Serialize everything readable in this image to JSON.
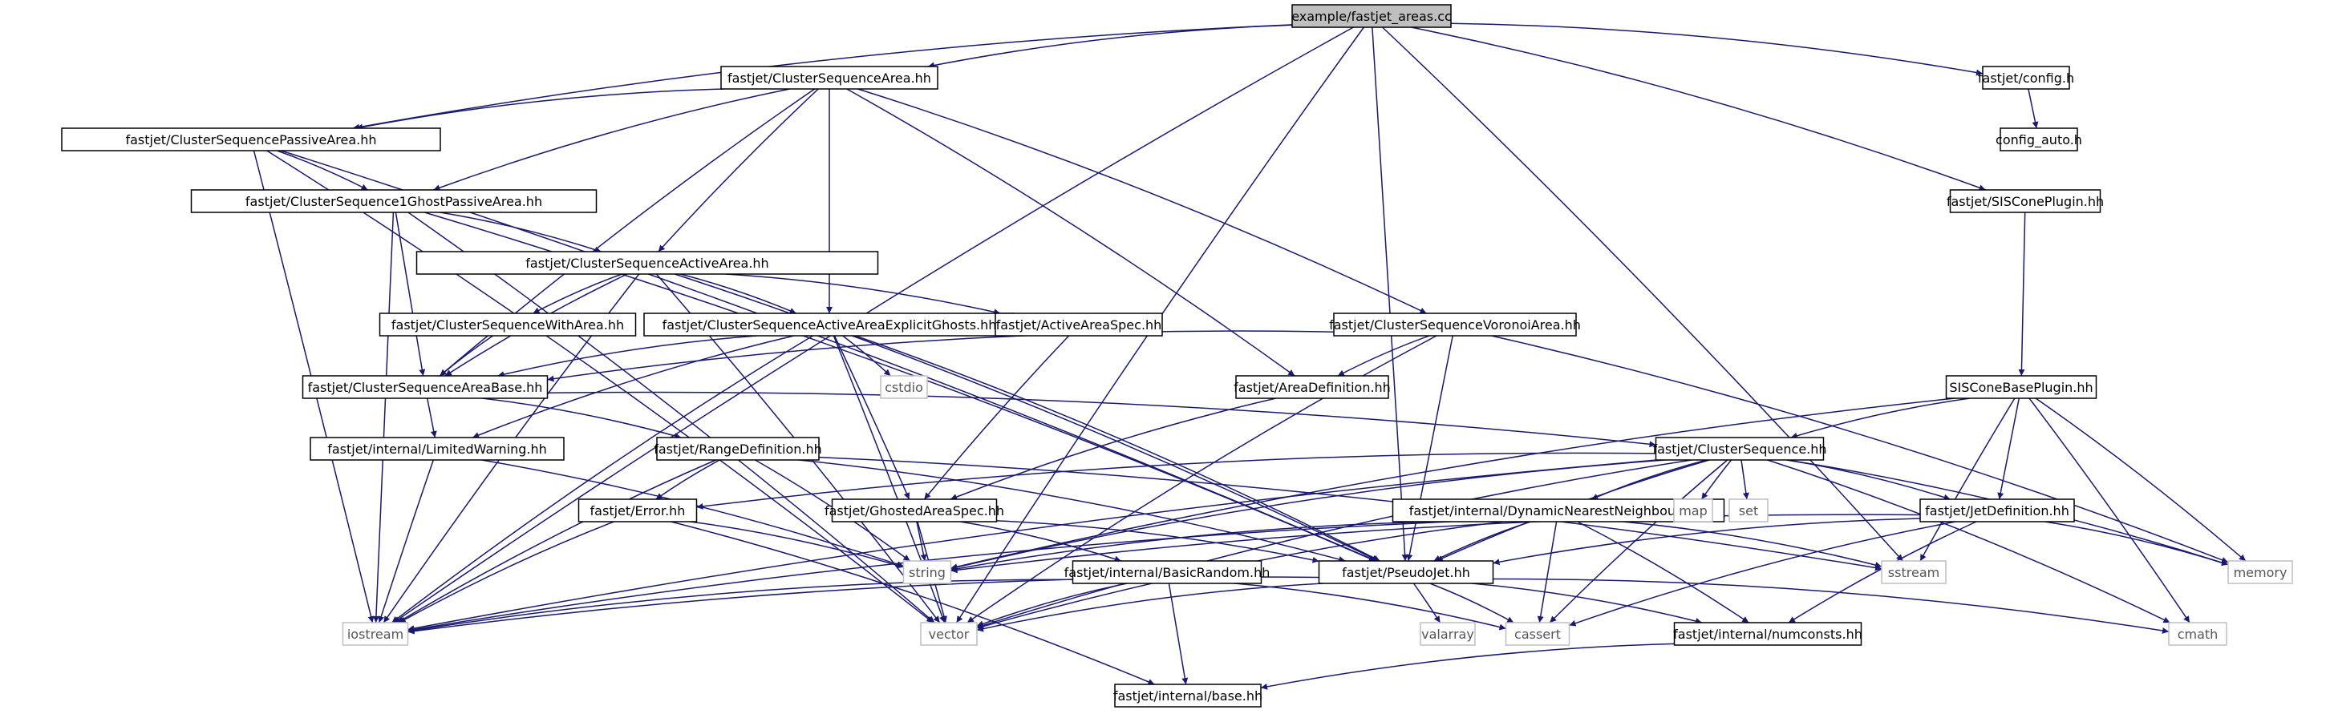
{
  "title": "example/fastjet_areas.cc",
  "nodes": [
    {
      "id": "root",
      "label": "example/fastjet_areas.cc",
      "root": true
    },
    {
      "id": "csa",
      "label": "fastjet/ClusterSequenceArea.hh"
    },
    {
      "id": "config",
      "label": "fastjet/config.h"
    },
    {
      "id": "config_auto",
      "label": "config_auto.h"
    },
    {
      "id": "siscone",
      "label": "fastjet/SISConePlugin.hh"
    },
    {
      "id": "cspa",
      "label": "fastjet/ClusterSequencePassiveArea.hh"
    },
    {
      "id": "cs1g",
      "label": "fastjet/ClusterSequence1GhostPassiveArea.hh"
    },
    {
      "id": "csaa",
      "label": "fastjet/ClusterSequenceActiveArea.hh"
    },
    {
      "id": "cswa",
      "label": "fastjet/ClusterSequenceWithArea.hh"
    },
    {
      "id": "csaaeg",
      "label": "fastjet/ClusterSequenceActiveAreaExplicitGhosts.hh"
    },
    {
      "id": "aas",
      "label": "fastjet/ActiveAreaSpec.hh"
    },
    {
      "id": "csva",
      "label": "fastjet/ClusterSequenceVoronoiArea.hh"
    },
    {
      "id": "cstdio",
      "label": "cstdio",
      "sys": true
    },
    {
      "id": "csab",
      "label": "fastjet/ClusterSequenceAreaBase.hh"
    },
    {
      "id": "ad",
      "label": "fastjet/AreaDefinition.hh"
    },
    {
      "id": "scbp",
      "label": "SISConeBasePlugin.hh"
    },
    {
      "id": "lw",
      "label": "fastjet/internal/LimitedWarning.hh"
    },
    {
      "id": "rd",
      "label": "fastjet/RangeDefinition.hh"
    },
    {
      "id": "cs",
      "label": "fastjet/ClusterSequence.hh"
    },
    {
      "id": "err",
      "label": "fastjet/Error.hh"
    },
    {
      "id": "gas",
      "label": "fastjet/GhostedAreaSpec.hh"
    },
    {
      "id": "dnn",
      "label": "fastjet/internal/DynamicNearestNeighbours.hh"
    },
    {
      "id": "map",
      "label": "map",
      "sys": true
    },
    {
      "id": "set",
      "label": "set",
      "sys": true
    },
    {
      "id": "jd",
      "label": "fastjet/JetDefinition.hh"
    },
    {
      "id": "string",
      "label": "string",
      "sys": true
    },
    {
      "id": "br",
      "label": "fastjet/internal/BasicRandom.hh"
    },
    {
      "id": "pj",
      "label": "fastjet/PseudoJet.hh"
    },
    {
      "id": "sstream",
      "label": "sstream",
      "sys": true
    },
    {
      "id": "memory",
      "label": "memory",
      "sys": true
    },
    {
      "id": "iostream",
      "label": "iostream",
      "sys": true
    },
    {
      "id": "vector",
      "label": "vector",
      "sys": true
    },
    {
      "id": "valarray",
      "label": "valarray",
      "sys": true
    },
    {
      "id": "cassert",
      "label": "cassert",
      "sys": true
    },
    {
      "id": "nc",
      "label": "fastjet/internal/numconsts.hh"
    },
    {
      "id": "cmath",
      "label": "cmath",
      "sys": true
    },
    {
      "id": "base",
      "label": "fastjet/internal/base.hh"
    }
  ],
  "edges": [
    [
      "root",
      "csa"
    ],
    [
      "root",
      "cspa"
    ],
    [
      "root",
      "config"
    ],
    [
      "root",
      "siscone"
    ],
    [
      "root",
      "iostream"
    ],
    [
      "root",
      "vector"
    ],
    [
      "root",
      "sstream"
    ],
    [
      "root",
      "pj"
    ],
    [
      "config",
      "config_auto"
    ],
    [
      "siscone",
      "scbp"
    ],
    [
      "csa",
      "cspa"
    ],
    [
      "csa",
      "cs1g"
    ],
    [
      "csa",
      "csab"
    ],
    [
      "csa",
      "csaa"
    ],
    [
      "csa",
      "csaaeg"
    ],
    [
      "csa",
      "ad"
    ],
    [
      "csa",
      "csva"
    ],
    [
      "cspa",
      "cs1g"
    ],
    [
      "cspa",
      "iostream"
    ],
    [
      "cspa",
      "vector"
    ],
    [
      "cspa",
      "pj"
    ],
    [
      "cs1g",
      "csaa"
    ],
    [
      "cs1g",
      "csab"
    ],
    [
      "cs1g",
      "iostream"
    ],
    [
      "cs1g",
      "vector"
    ],
    [
      "cs1g",
      "pj"
    ],
    [
      "csaa",
      "cswa"
    ],
    [
      "csaa",
      "csaaeg"
    ],
    [
      "csaa",
      "aas"
    ],
    [
      "csaa",
      "csab"
    ],
    [
      "csaa",
      "iostream"
    ],
    [
      "csaa",
      "vector"
    ],
    [
      "csaa",
      "pj"
    ],
    [
      "cswa",
      "csab"
    ],
    [
      "csaaeg",
      "csab"
    ],
    [
      "csaaeg",
      "cstdio"
    ],
    [
      "csaaeg",
      "gas"
    ],
    [
      "csaaeg",
      "lw"
    ],
    [
      "csaaeg",
      "iostream"
    ],
    [
      "csaaeg",
      "vector"
    ],
    [
      "csaaeg",
      "pj"
    ],
    [
      "aas",
      "gas"
    ],
    [
      "csva",
      "csab"
    ],
    [
      "csva",
      "ad"
    ],
    [
      "csva",
      "pj"
    ],
    [
      "csva",
      "memory"
    ],
    [
      "csva",
      "vector"
    ],
    [
      "ad",
      "gas"
    ],
    [
      "csab",
      "lw"
    ],
    [
      "csab",
      "rd"
    ],
    [
      "csab",
      "cs"
    ],
    [
      "lw",
      "iostream"
    ],
    [
      "lw",
      "string"
    ],
    [
      "rd",
      "err"
    ],
    [
      "rd",
      "string"
    ],
    [
      "rd",
      "iostream"
    ],
    [
      "rd",
      "sstream"
    ],
    [
      "rd",
      "pj"
    ],
    [
      "scbp",
      "cs"
    ],
    [
      "scbp",
      "jd"
    ],
    [
      "scbp",
      "sstream"
    ],
    [
      "scbp",
      "memory"
    ],
    [
      "scbp",
      "cmath"
    ],
    [
      "scbp",
      "string"
    ],
    [
      "cs",
      "err"
    ],
    [
      "cs",
      "dnn"
    ],
    [
      "cs",
      "map"
    ],
    [
      "cs",
      "set"
    ],
    [
      "cs",
      "jd"
    ],
    [
      "cs",
      "pj"
    ],
    [
      "cs",
      "memory"
    ],
    [
      "cs",
      "cmath"
    ],
    [
      "cs",
      "cassert"
    ],
    [
      "cs",
      "vector"
    ],
    [
      "cs",
      "string"
    ],
    [
      "cs",
      "iostream"
    ],
    [
      "err",
      "string"
    ],
    [
      "err",
      "iostream"
    ],
    [
      "err",
      "base"
    ],
    [
      "gas",
      "string"
    ],
    [
      "gas",
      "vector"
    ],
    [
      "gas",
      "br"
    ],
    [
      "gas",
      "pj"
    ],
    [
      "dnn",
      "pj"
    ],
    [
      "dnn",
      "vector"
    ],
    [
      "dnn",
      "string"
    ],
    [
      "dnn",
      "iostream"
    ],
    [
      "dnn",
      "cassert"
    ],
    [
      "dnn",
      "sstream"
    ],
    [
      "dnn",
      "nc"
    ],
    [
      "jd",
      "pj"
    ],
    [
      "jd",
      "string"
    ],
    [
      "jd",
      "memory"
    ],
    [
      "jd",
      "cassert"
    ],
    [
      "jd",
      "nc"
    ],
    [
      "br",
      "iostream"
    ],
    [
      "br",
      "vector"
    ],
    [
      "br",
      "cassert"
    ],
    [
      "br",
      "base"
    ],
    [
      "pj",
      "valarray"
    ],
    [
      "pj",
      "vector"
    ],
    [
      "pj",
      "cassert"
    ],
    [
      "pj",
      "cmath"
    ],
    [
      "pj",
      "iostream"
    ],
    [
      "pj",
      "nc"
    ],
    [
      "nc",
      "base"
    ]
  ]
}
